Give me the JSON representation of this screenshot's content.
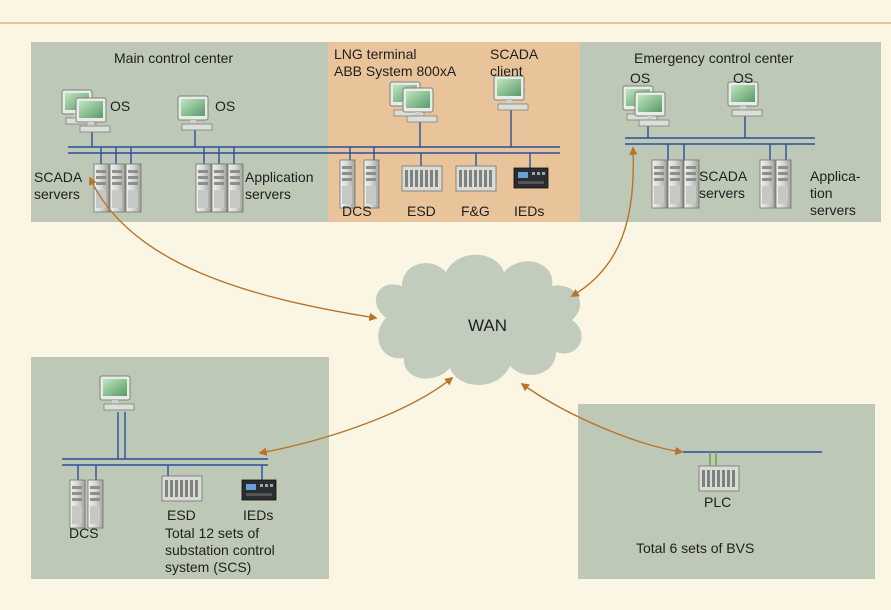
{
  "colors": {
    "background": "#fbf6e4",
    "top_rule": "#e8b070",
    "panel_green": "#bdc8b6",
    "panel_orange": "#e9c49a",
    "bus_blue": "#2a4e9c",
    "link_orange": "#b8742a",
    "cloud": "#c1ccbd"
  },
  "main_control": {
    "title": "Main control center",
    "os_1": "OS",
    "os_2": "OS",
    "scada_servers": [
      "SCADA",
      "servers"
    ],
    "application_servers": [
      "Application",
      "servers"
    ]
  },
  "lng_terminal": {
    "title": [
      "LNG terminal",
      "ABB System 800xA"
    ],
    "scada_client": [
      "SCADA",
      "client"
    ],
    "dcs": "DCS",
    "esd": "ESD",
    "fg": "F&G",
    "ieds": "IEDs"
  },
  "emergency_control": {
    "title": "Emergency control center",
    "os_1": "OS",
    "os_2": "OS",
    "scada_servers": [
      "SCADA",
      "servers"
    ],
    "application_servers": [
      "Applica-",
      "tion",
      "servers"
    ]
  },
  "wan": {
    "label": "WAN"
  },
  "scs": {
    "dcs": "DCS",
    "esd": "ESD",
    "ieds": "IEDs",
    "caption": [
      "Total 12 sets of",
      "substation control",
      "system (SCS)"
    ]
  },
  "bvs": {
    "plc": "PLC",
    "caption": "Total 6 sets of BVS"
  },
  "icons": [
    "workstation-icon",
    "server-tower-icon",
    "controller-rack-icon",
    "ied-device-icon",
    "plc-rack-icon",
    "wan-cloud-icon"
  ]
}
